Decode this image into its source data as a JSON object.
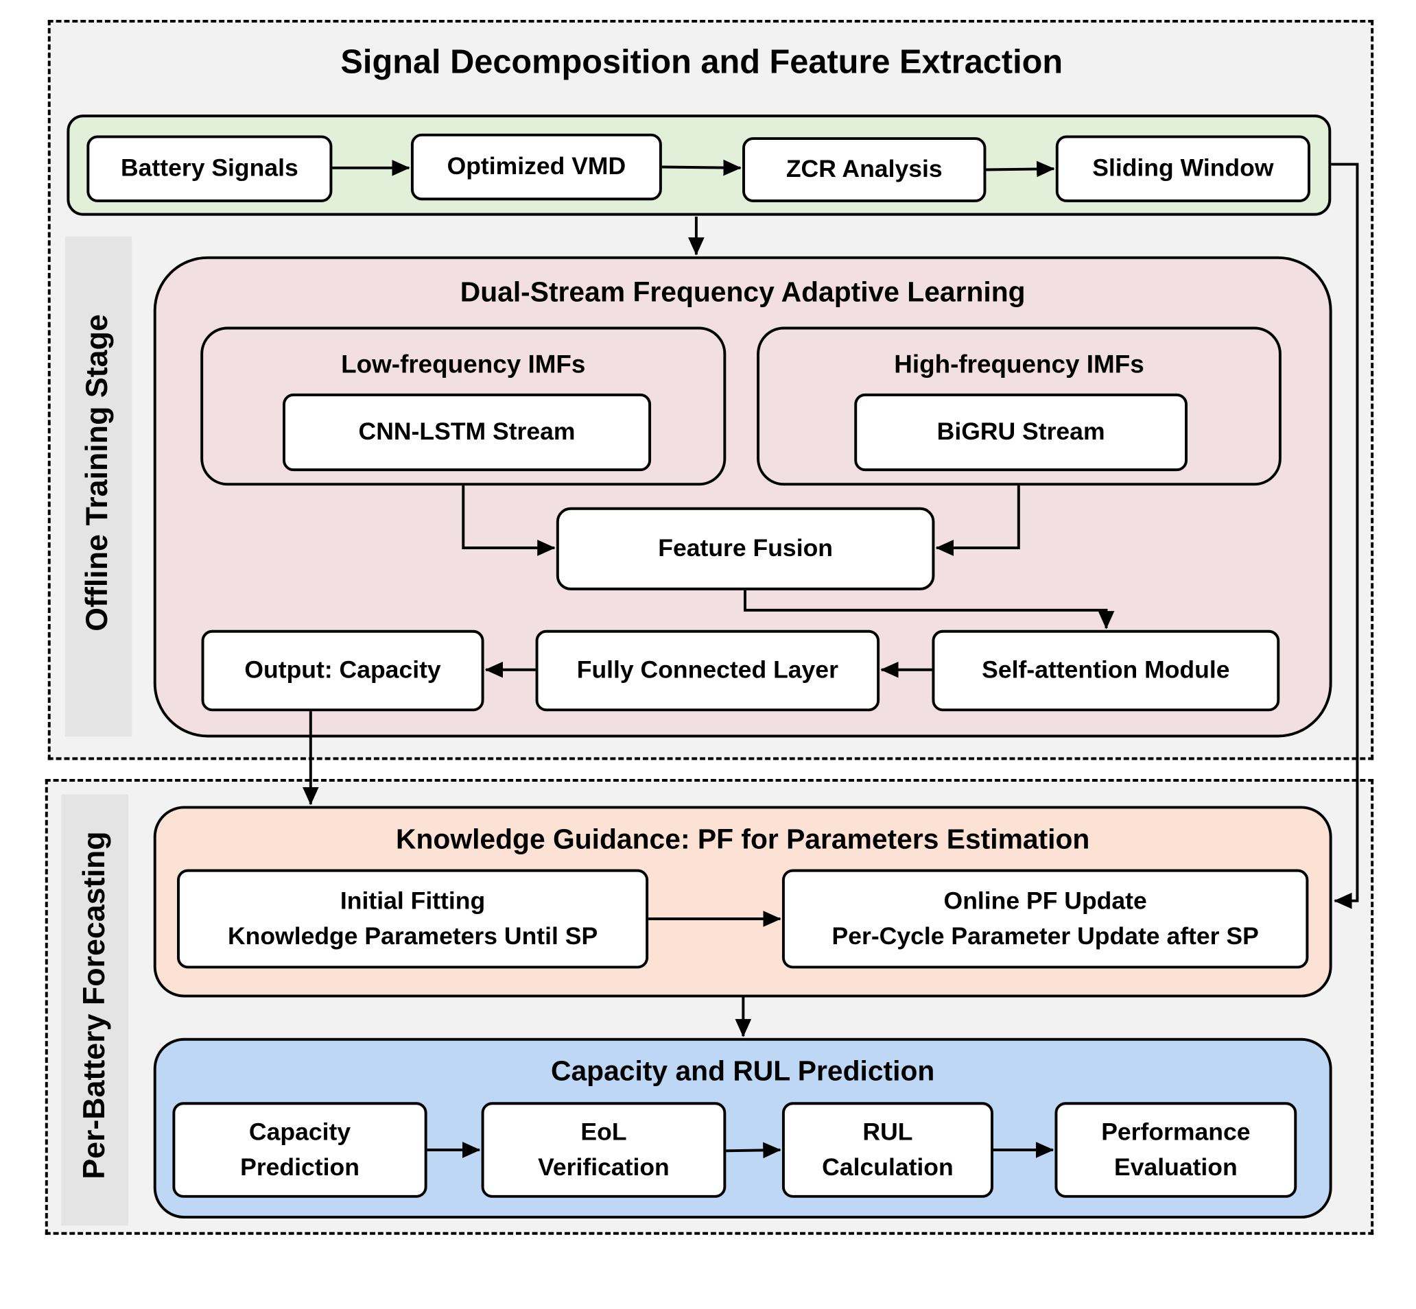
{
  "stages": {
    "offline_training": "Offline Training Stage",
    "per_battery": "Per-Battery Forecasting"
  },
  "signal_decomposition": {
    "title": "Signal Decomposition and Feature Extraction",
    "steps": [
      "Battery Signals",
      "Optimized VMD",
      "ZCR Analysis",
      "Sliding Window"
    ]
  },
  "dual_stream": {
    "title": "Dual-Stream Frequency Adaptive Learning",
    "low_freq": {
      "title": "Low-frequency IMFs",
      "stream": "CNN-LSTM Stream"
    },
    "high_freq": {
      "title": "High-frequency IMFs",
      "stream": "BiGRU Stream"
    },
    "feature_fusion": "Feature Fusion",
    "self_attention": "Self-attention Module",
    "fully_connected": "Fully Connected Layer",
    "output": "Output: Capacity"
  },
  "knowledge_guidance": {
    "title": "Knowledge Guidance: PF for Parameters Estimation",
    "initial_fitting": {
      "line1": "Initial Fitting",
      "line2": "Knowledge Parameters Until SP"
    },
    "online_update": {
      "line1": "Online PF Update",
      "line2": "Per-Cycle Parameter Update after SP"
    }
  },
  "prediction": {
    "title": "Capacity and RUL Prediction",
    "steps": [
      {
        "line1": "Capacity",
        "line2": "Prediction"
      },
      {
        "line1": "EoL",
        "line2": "Verification"
      },
      {
        "line1": "RUL",
        "line2": "Calculation"
      },
      {
        "line1": "Performance",
        "line2": "Evaluation"
      }
    ]
  },
  "colors": {
    "panel_bg": "#f2f2f2",
    "sidebar_bg": "#e4e4e4",
    "signal_green": "#e2f0d9",
    "dual_stream_pink": "#f2dfe1",
    "knowledge_orange": "#fbe2d4",
    "prediction_blue": "#bdd7f5"
  }
}
